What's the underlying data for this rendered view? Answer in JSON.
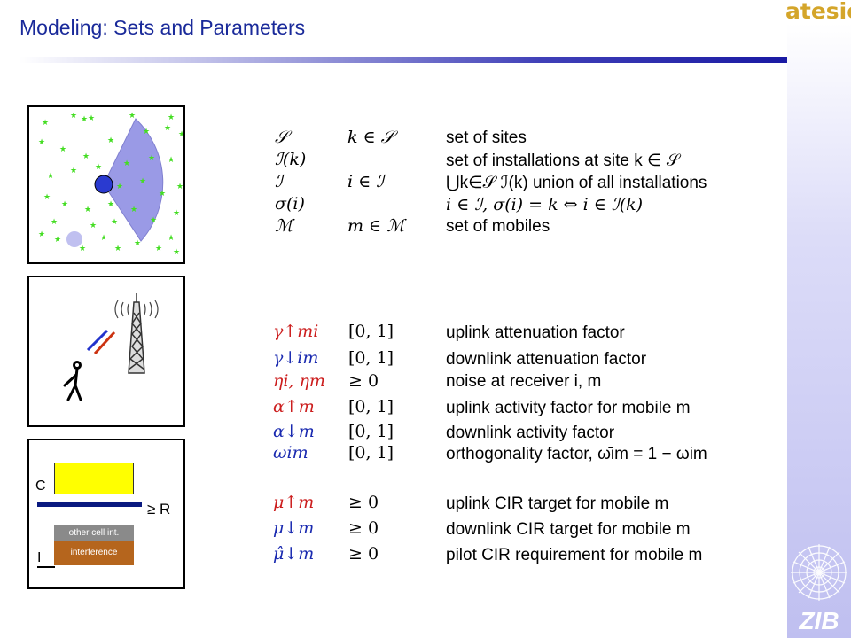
{
  "slide": {
    "title": "Modeling: Sets and Parameters",
    "brand": "atesio",
    "logo_text": "ZIB",
    "colors": {
      "title": "#1a2a9a",
      "brand": "#d4a52a",
      "red_symbol": "#cc1e1e",
      "blue_symbol": "#1a2ab0",
      "cell": "#9a9ae6"
    }
  },
  "sets": {
    "rows": [
      {
        "symbol": "𝒮",
        "member": "k ∈ 𝒮",
        "description": "set of sites"
      },
      {
        "symbol": "ℐ(k)",
        "member": "",
        "description": "set of installations at site k ∈ 𝒮"
      },
      {
        "symbol": "ℐ",
        "member": "i ∈ ℐ",
        "description": "⋃k∈𝒮 ℐ(k) union of all installations"
      },
      {
        "symbol": "σ(i)",
        "member": "",
        "description": "i ∈ ℐ, σ(i) = k ⇔ i ∈ ℐ(k)"
      },
      {
        "symbol": "ℳ",
        "member": "m ∈ ℳ",
        "description": "set of mobiles"
      }
    ]
  },
  "params": {
    "rows": [
      {
        "symbol": "γ↑mi",
        "range": "[0, 1]",
        "description": "uplink attenuation factor",
        "color": "red"
      },
      {
        "symbol": "γ↓im",
        "range": "[0, 1]",
        "description": "downlink attenuation factor",
        "color": "blue"
      },
      {
        "symbol": "ηi, ηm",
        "range": "≥ 0",
        "description": "noise at receiver i, m",
        "color": "red"
      },
      {
        "symbol": "α↑m",
        "range": "[0, 1]",
        "description": "uplink activity factor for mobile m",
        "color": "red"
      },
      {
        "symbol": "α↓m",
        "range": "[0, 1]",
        "description": "downlink activity factor",
        "color": "blue"
      },
      {
        "symbol": "ωim",
        "range": "[0, 1]",
        "description": "orthogonality factor, ω̄im = 1 − ωim",
        "color": "blue"
      }
    ]
  },
  "targets": {
    "rows": [
      {
        "symbol": "μ↑m",
        "range": "≥ 0",
        "description": "uplink CIR target for mobile m",
        "color": "red"
      },
      {
        "symbol": "μ↓m",
        "range": "≥ 0",
        "description": "downlink CIR target for mobile m",
        "color": "blue"
      },
      {
        "symbol": "μ̂↓m",
        "range": "≥ 0",
        "description": "pilot CIR requirement for mobile m",
        "color": "blue"
      }
    ]
  },
  "diagram": {
    "c_label": "C",
    "i_label": "I",
    "r_label": "≥ R",
    "other_cell_label": "other cell int.",
    "interference_label": "interference"
  }
}
